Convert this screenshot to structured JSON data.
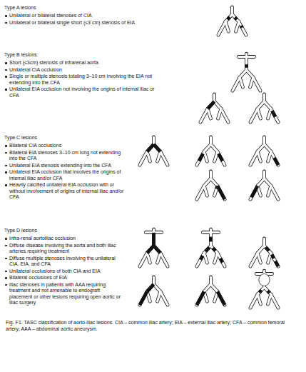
{
  "diagram": {
    "caption": "Fig. F1. TASC classification of aorto-iliac lesions. CIA – common iliac artery; EIA – external iliac artery; CFA – common femoral artery; AAA – abdominal aortic aneurysm.",
    "labels": [
      "Type A lesions",
      "Unilateral or bilateral stenoses of CIA",
      "Unilateral or bilateral single short (≤3 cm) stenosis of EIA",
      "Type B lesions:",
      "Short (≤3cm) stenosis of infrarenal aorta",
      "Unilateral CIA occlusion",
      "Single or multiple stenosis totaling 3–10 cm involving the EIA not extending into the CFA",
      "Unilateral EIA occlusion not involving the origins of internal iliac or CFA",
      "Type C lesions",
      "Bilateral CIA occlusions",
      "Bilateral EIA stenoses 3–10 cm long not extending into the CFA",
      "Unilateral EIA stenosis extending into the CFA",
      "Unilateral EIA occlusion that involves the origins of internal iliac and/or CFA",
      "Heavily calcified unilateral EIA occlusion with or without involvement of origins of internal iliac and/or CFA",
      "Type D lesions",
      "Infra-renal aortoiliac occlusion",
      "Diffuse disease involving the aorta and both iliac arteries requiring treatment",
      "Diffuse multiple stenoses involving the unilateral CIA, EIA, and CFA",
      "Unilateral occlusions of both CIA and EIA",
      "Bilateral occlusions of EIA",
      "Iliac stenoses in patients with AAA requiring treatment and not amenable to endograft placement or other lesions requiring open aortic or iliac surgery"
    ]
  }
}
